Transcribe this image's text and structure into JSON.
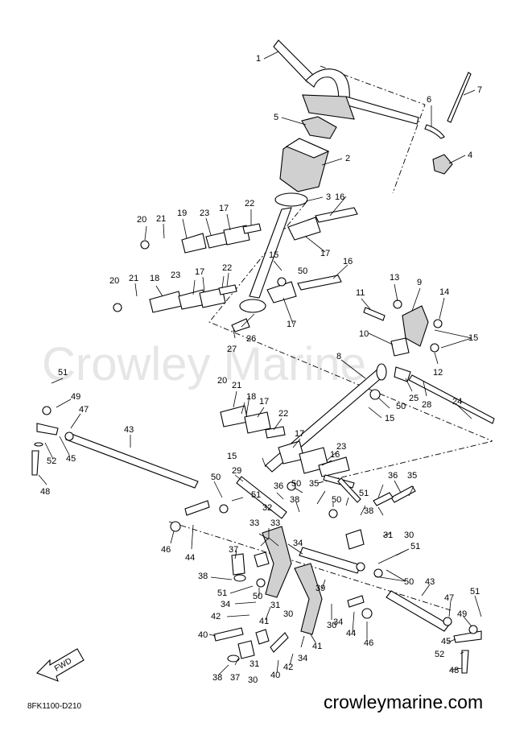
{
  "watermark": "Crowley Marine",
  "diagram_code": "8FK1100-D210",
  "site_url": "crowleymarine.com",
  "fwd_label": "FWD",
  "callouts": [
    "1",
    "2",
    "3",
    "4",
    "5",
    "6",
    "7",
    "8",
    "9",
    "10",
    "11",
    "12",
    "13",
    "14",
    "15",
    "16",
    "17",
    "18",
    "19",
    "20",
    "21",
    "22",
    "23",
    "24",
    "25",
    "26",
    "27",
    "28",
    "29",
    "30",
    "31",
    "32",
    "33",
    "34",
    "35",
    "36",
    "37",
    "38",
    "39",
    "40",
    "41",
    "42",
    "43",
    "44",
    "45",
    "46",
    "47",
    "48",
    "49",
    "50",
    "51",
    "52"
  ]
}
